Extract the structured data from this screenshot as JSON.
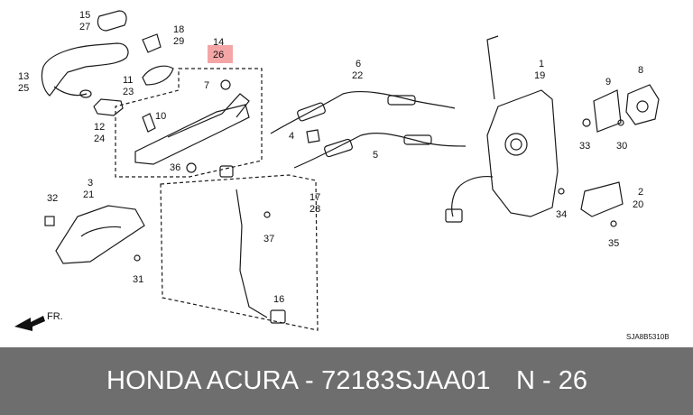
{
  "diagram": {
    "code": "SJA8B5310B",
    "fr_label": "FR.",
    "highlight_color": "#f4a6a6",
    "callouts": [
      {
        "id": "c15",
        "top": "15",
        "bottom": "27"
      },
      {
        "id": "c18",
        "top": "18",
        "bottom": "29"
      },
      {
        "id": "c14",
        "top": "14",
        "bottom": "26",
        "highlight": true
      },
      {
        "id": "c13",
        "top": "13",
        "bottom": "25"
      },
      {
        "id": "c11",
        "top": "11",
        "bottom": "23"
      },
      {
        "id": "c12",
        "top": "12",
        "bottom": "24"
      },
      {
        "id": "c6",
        "top": "6",
        "bottom": "22"
      },
      {
        "id": "c1",
        "top": "1",
        "bottom": "19"
      },
      {
        "id": "c3",
        "top": "3",
        "bottom": "21"
      },
      {
        "id": "c17",
        "top": "17",
        "bottom": "28"
      },
      {
        "id": "c2",
        "top": "2",
        "bottom": "20"
      }
    ],
    "singles": [
      {
        "id": "s7",
        "text": "7"
      },
      {
        "id": "s10",
        "text": "10"
      },
      {
        "id": "s36",
        "text": "36"
      },
      {
        "id": "s4",
        "text": "4"
      },
      {
        "id": "s5",
        "text": "5"
      },
      {
        "id": "s9",
        "text": "9"
      },
      {
        "id": "s8",
        "text": "8"
      },
      {
        "id": "s33",
        "text": "33"
      },
      {
        "id": "s30",
        "text": "30"
      },
      {
        "id": "s32",
        "text": "32"
      },
      {
        "id": "s31",
        "text": "31"
      },
      {
        "id": "s37",
        "text": "37"
      },
      {
        "id": "s16",
        "text": "16"
      },
      {
        "id": "s34",
        "text": "34"
      },
      {
        "id": "s35",
        "text": "35"
      }
    ]
  },
  "banner": {
    "title": "HONDA ACURA - 72183SJAA01",
    "position": "N - 26",
    "background": "#6e6e6e"
  }
}
